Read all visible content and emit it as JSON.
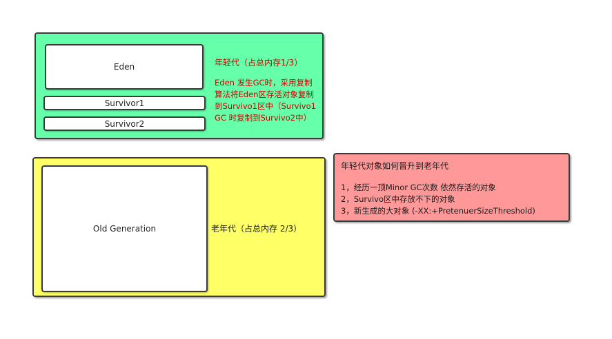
{
  "colors": {
    "young_bg": "#66ffaa",
    "old_bg": "#ffff66",
    "note_bg": "#ff9999",
    "young_text": "#cc0000",
    "note_text": "#1a1a1a"
  },
  "young_generation": {
    "eden_label": "Eden",
    "survivor1_label": "Survivor1",
    "survivor2_label": "Survivor2",
    "title": "年轻代（占总内存1/3）",
    "description_lines": [
      "Eden 发生GC时，采用复制",
      "算法将Eden区存活对象复制",
      "到Survivo1区中（Survivo1",
      "GC 时复制到Survivo2中）"
    ]
  },
  "old_generation": {
    "box_label": "Old Generation",
    "title": "老年代（占总内存 2/3）"
  },
  "promotion_note": {
    "title": "年轻代对象如何晋升到老年代",
    "items": [
      "1，经历一顶Minor GC次数 依然存活的对象",
      "2，Survivo区中存放不下的对象",
      "3，新生成的大对象 (-XX:+PretenuerSizeThreshold)"
    ]
  }
}
